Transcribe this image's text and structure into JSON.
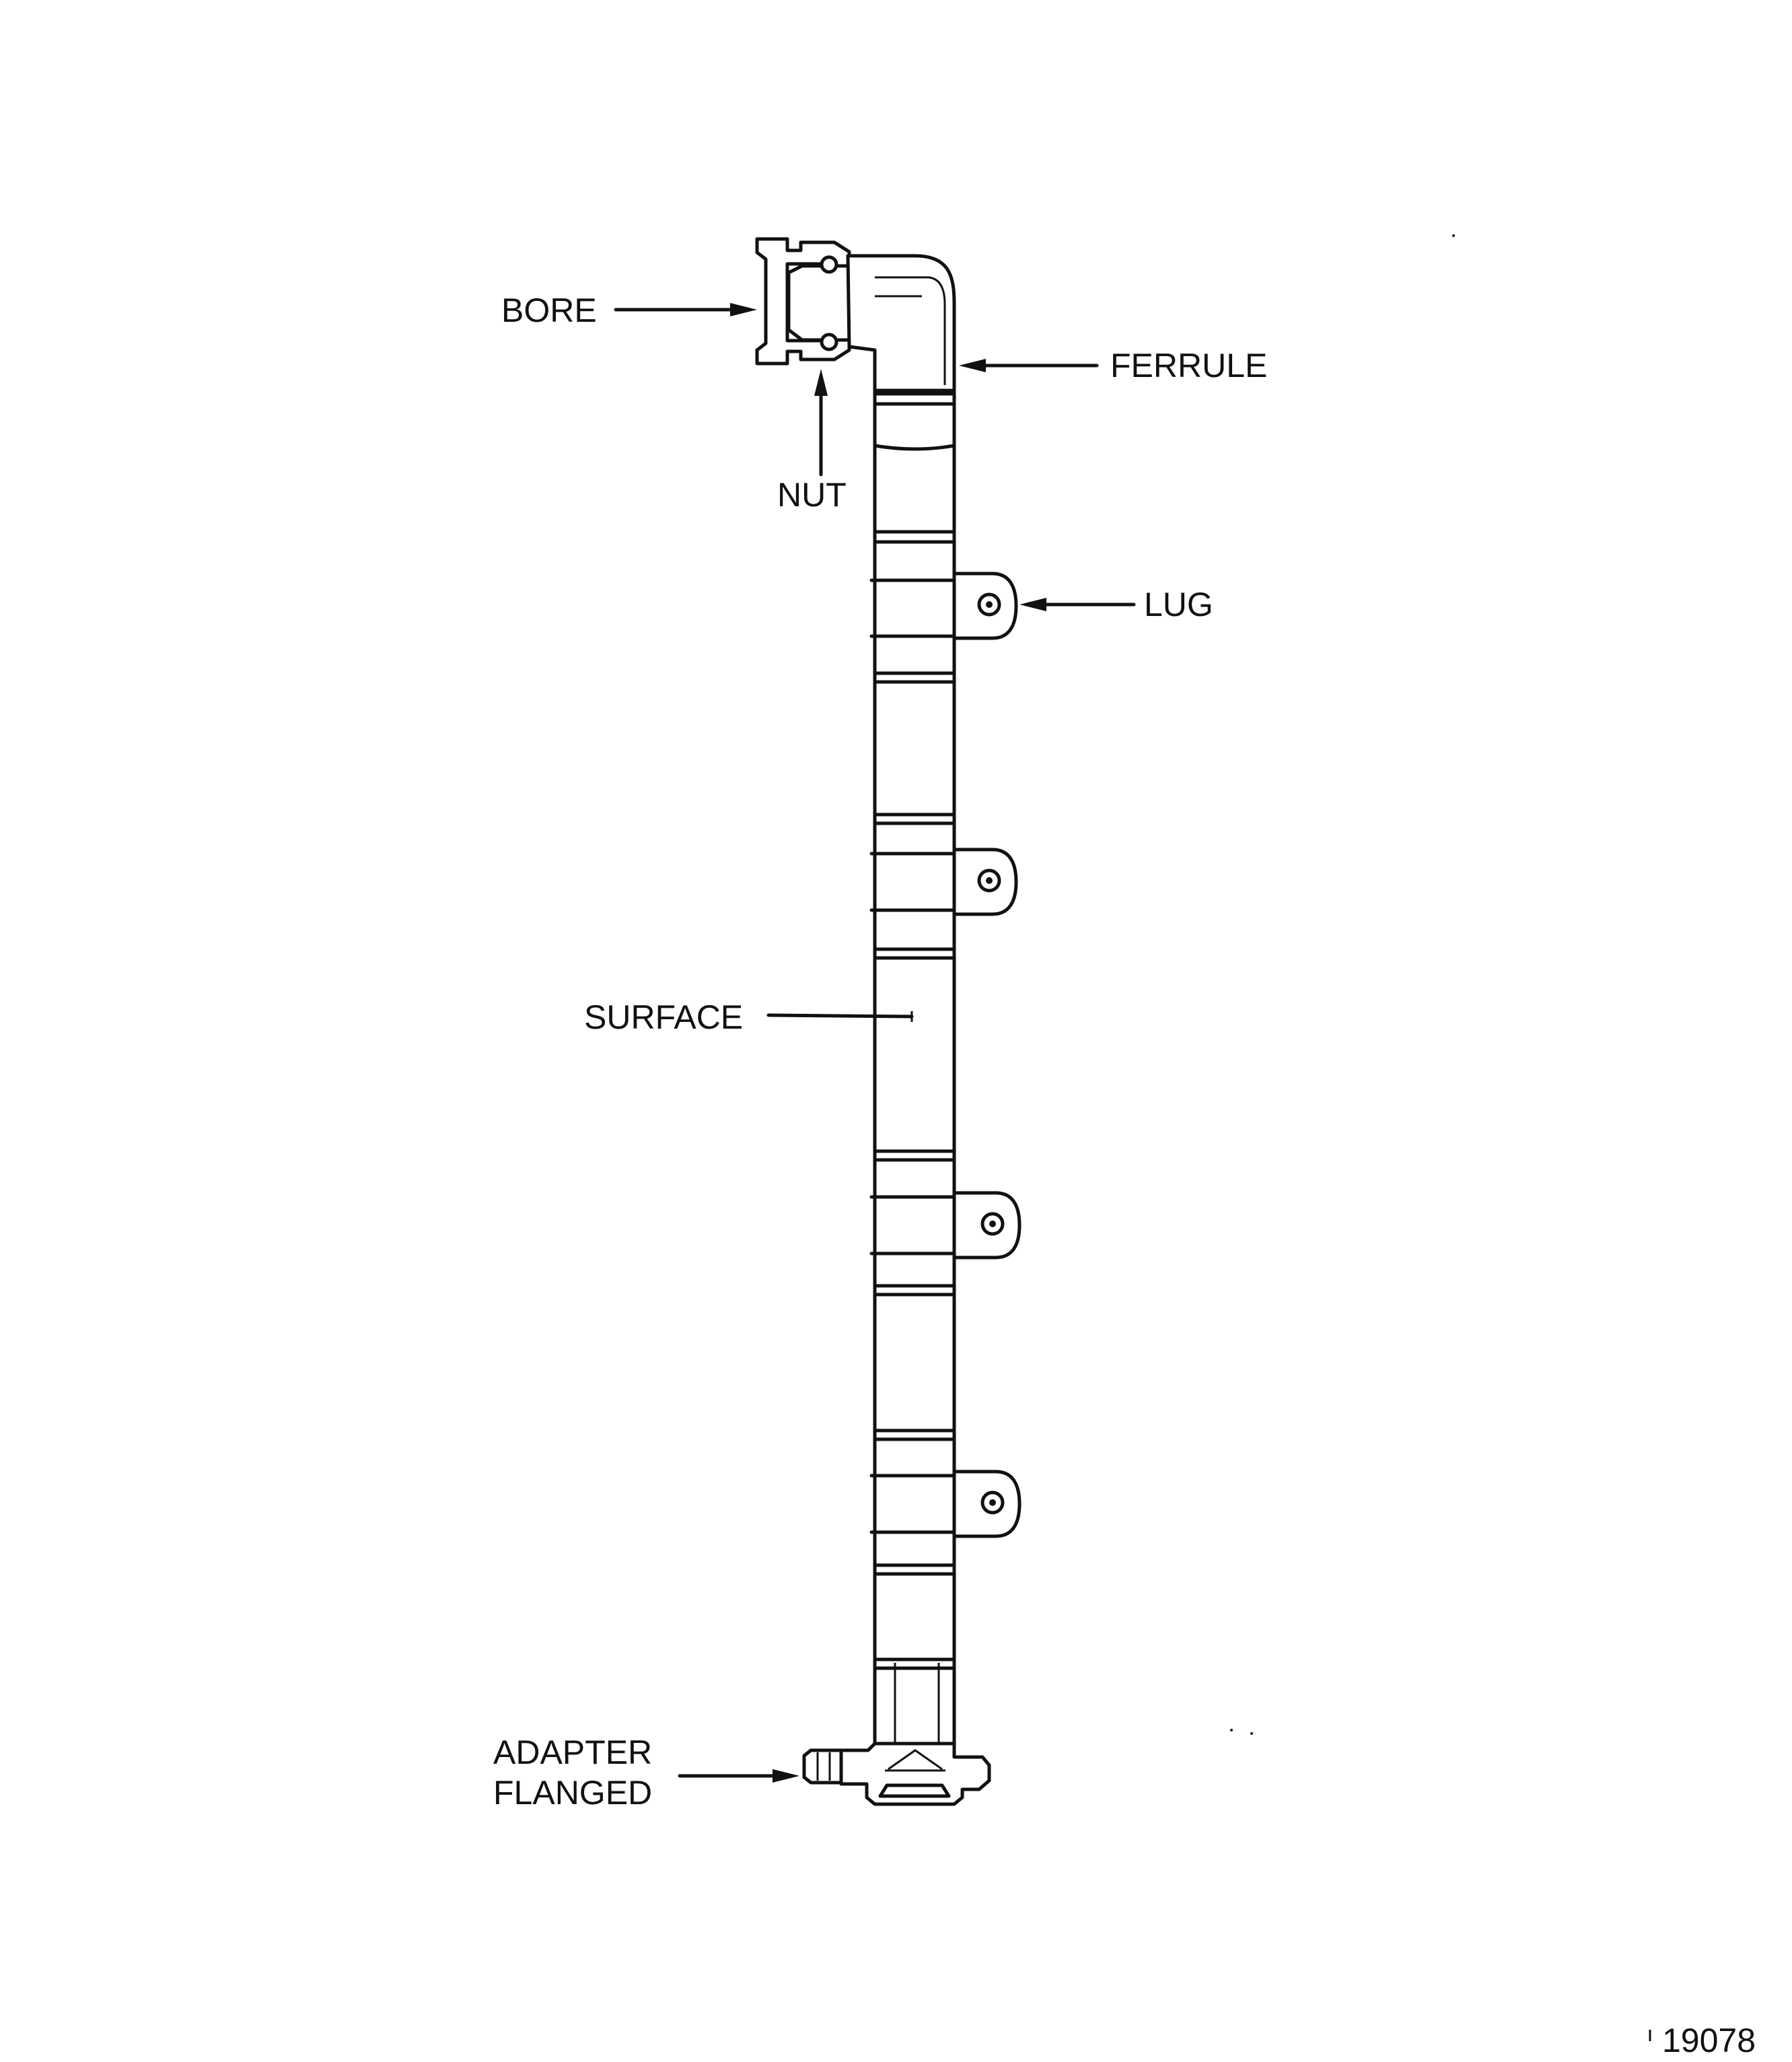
{
  "figure_id": "19078",
  "labels": {
    "bore": "BORE",
    "nut": "NUT",
    "ferrule": "FERRULE",
    "lug": "LUG",
    "surface": "SURFACE",
    "adapter_line1": "ADAPTER",
    "adapter_line2": "FLANGED"
  }
}
